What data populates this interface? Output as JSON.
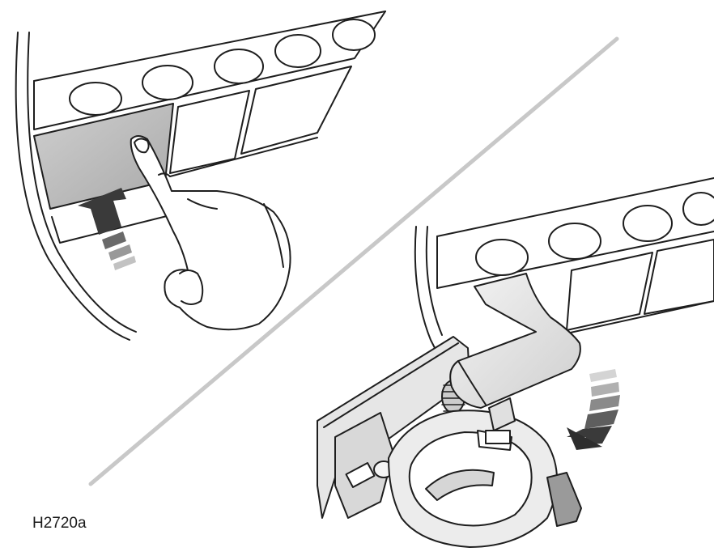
{
  "figure": {
    "reference_code": "H2720a"
  },
  "colors": {
    "line": "#1e1e1e",
    "panel_fill": "#ffffff",
    "button_fill": "#b8b8b8",
    "holder_fill": "#ececec",
    "holder_shade": "#cfcfcf",
    "divider": "#c8c8c8",
    "arrow_dark": "#3a3a3a"
  },
  "panels": {
    "left": {
      "icon": "push-button-hand",
      "arrow": "up-arrow-icon"
    },
    "right": {
      "icon": "cup-holder-unfolded",
      "arrow": "curved-down-arrow-icon"
    }
  }
}
